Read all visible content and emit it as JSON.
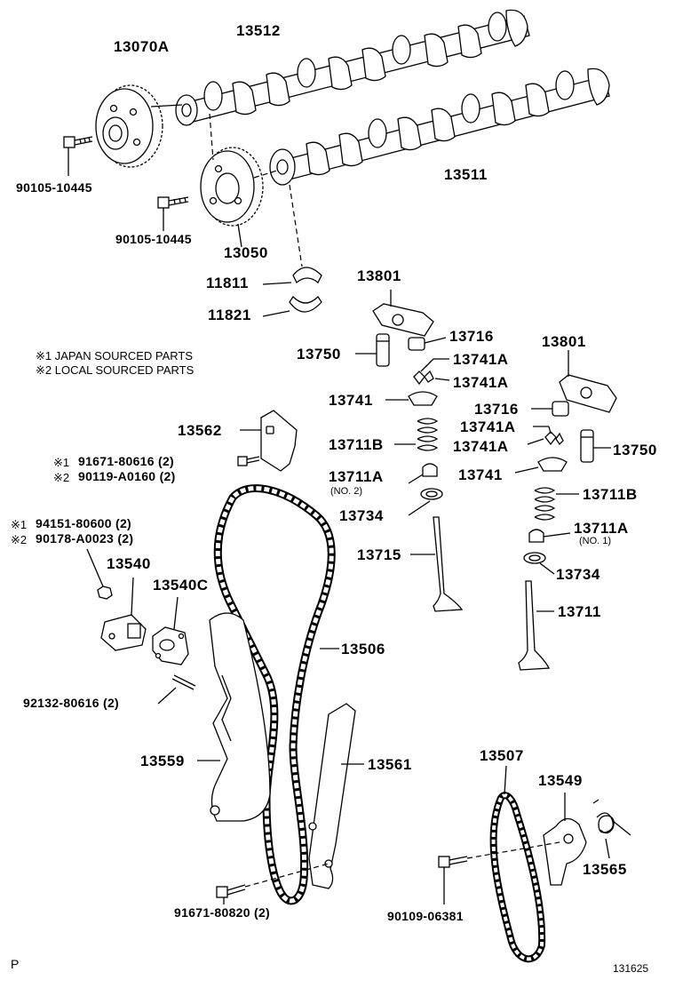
{
  "parts": {
    "p13070A": "13070A",
    "p13512": "13512",
    "p90105_a": "90105-10445",
    "p13511": "13511",
    "p90105_b": "90105-10445",
    "p13050": "13050",
    "p11811": "11811",
    "p11821": "11821",
    "p13801_a": "13801",
    "p13716_a": "13716",
    "p13750_a": "13750",
    "p13741A_a": "13741A",
    "p13741A_b": "13741A",
    "p13741_a": "13741",
    "p13711B_a": "13711B",
    "p13711A_a": "13711A",
    "p13711A_a_note": "(NO. 2)",
    "p13734_a": "13734",
    "p13715": "13715",
    "p13801_b": "13801",
    "p13716_b": "13716",
    "p13741A_c": "13741A",
    "p13741A_d": "13741A",
    "p13750_b": "13750",
    "p13741_b": "13741",
    "p13711B_b": "13711B",
    "p13711A_b": "13711A",
    "p13711A_b_note": "(NO. 1)",
    "p13734_b": "13734",
    "p13711": "13711",
    "p13562": "13562",
    "p91671_80616": "91671-80616 (2)",
    "p90119": "90119-A0160 (2)",
    "p94151": "94151-80600 (2)",
    "p90178": "90178-A0023 (2)",
    "p13540": "13540",
    "p13540C": "13540C",
    "p92132": "92132-80616 (2)",
    "p13506": "13506",
    "p13559": "13559",
    "p13561": "13561",
    "p13507": "13507",
    "p13549": "13549",
    "p13565": "13565",
    "p90109": "90109-06381",
    "p91671_80820": "91671-80820 (2)"
  },
  "notes": {
    "note1": "※1 JAPAN SOURCED PARTS",
    "note2": "※2 LOCAL SOURCED PARTS",
    "mark1": "※1",
    "mark2": "※2"
  },
  "footer": {
    "corner_letter": "P",
    "figure_number": "131625"
  }
}
